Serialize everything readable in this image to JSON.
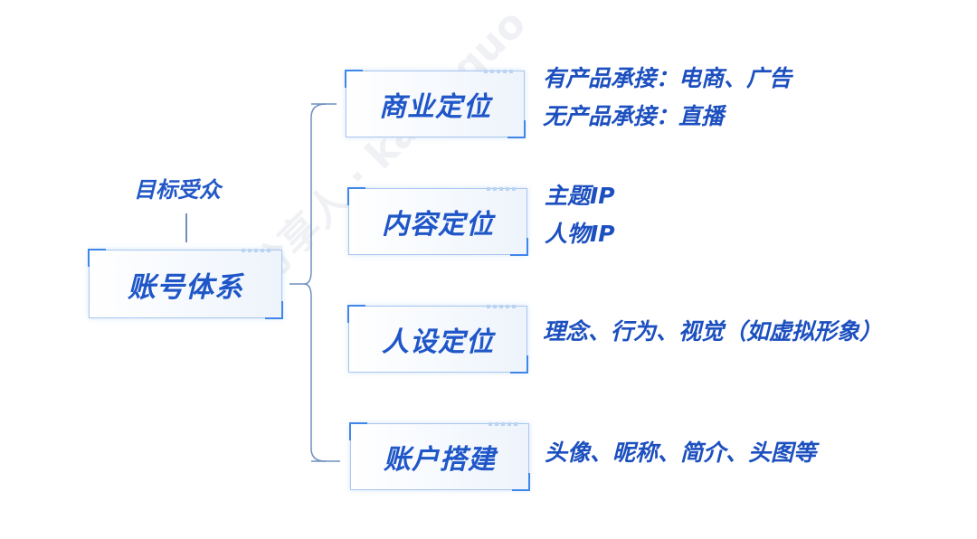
{
  "audience": "目标受众",
  "root": {
    "label": "账号体系"
  },
  "branches": [
    {
      "label": "商业定位",
      "details": [
        "有产品承接：电商、广告",
        "无产品承接：直播"
      ]
    },
    {
      "label": "内容定位",
      "details": [
        "主题IP",
        "人物IP"
      ]
    },
    {
      "label": "人设定位",
      "details": [
        "理念、行为、视觉（如虚拟形象）"
      ]
    },
    {
      "label": "账户搭建",
      "details": [
        "头像、昵称、简介、头图等"
      ]
    }
  ],
  "watermark": "分享人 · kaiyuguo",
  "colors": {
    "text": "#1f56c8",
    "border": "#a9c6ee",
    "accent": "#3f86ea",
    "connector": "#6f8fbf"
  }
}
